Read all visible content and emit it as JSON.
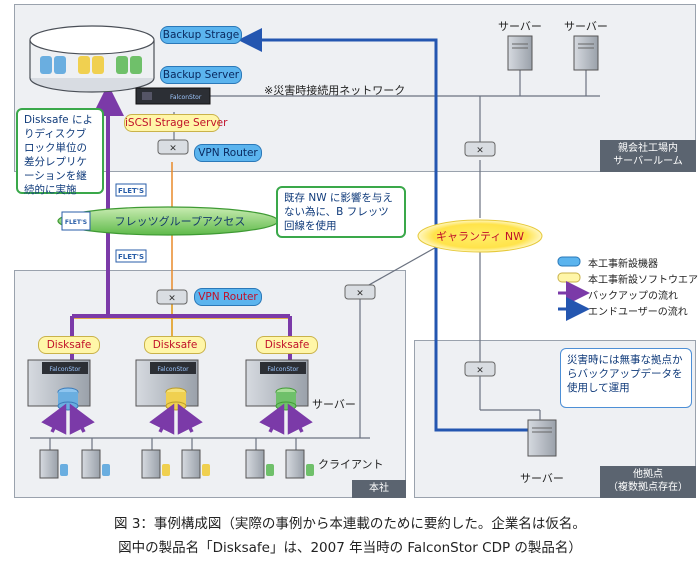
{
  "labels": {
    "backup_strage": "Backup Strage",
    "backup_server": "Backup Server",
    "iscsi_server": "iSCSI Strage Server",
    "vpn_router_top": "VPN Router",
    "vpn_router_hq": "VPN Router",
    "emergency_network": "※災害時接続用ネットワーク",
    "server_top_1": "サーバー",
    "server_top_2": "サーバー",
    "flets_group": "フレッツグループアクセス",
    "guarantee_nw": "ギャランティ NW",
    "disksafe_1": "Disksafe",
    "disksafe_2": "Disksafe",
    "disksafe_3": "Disksafe",
    "server_hq": "サーバー",
    "client_hq": "クライアント",
    "server_branch": "サーバー",
    "falconstor": "FalconStor",
    "flets_logo": "FLET'S"
  },
  "notes": {
    "disksafe_note": "Disksafe によりディスクブロック単位の差分レプリケーションを継続的に実施",
    "flets_note": "既存 NW に影響を与えない為に、B フレッツ回線を使用",
    "branch_note": "災害時には無事な拠点からバックアップデータを使用して運用"
  },
  "zones": {
    "top": "親会社工場内\nサーバールーム",
    "hq": "本社",
    "branch": "他拠点\n（複数拠点存在）"
  },
  "legend": {
    "new_device": "本工事新設機器",
    "new_software": "本工事新設ソフトウエア",
    "backup_flow": "バックアップの流れ",
    "enduser_flow": "エンドユーザーの流れ"
  },
  "caption": {
    "line1": "図 3：事例構成図（実際の事例から本連載のために要約した。企業名は仮名。",
    "line2": "図中の製品名「Disksafe」は、2007 年当時の FalconStor CDP の製品名）"
  },
  "colors": {
    "backup_flow": "#7b3aa8",
    "enduser_flow": "#2456b0",
    "flets_line": "#e88a2a",
    "new_device": "#5bb4ee",
    "new_software": "#fff6a8",
    "zone_tag": "#5b6470"
  }
}
